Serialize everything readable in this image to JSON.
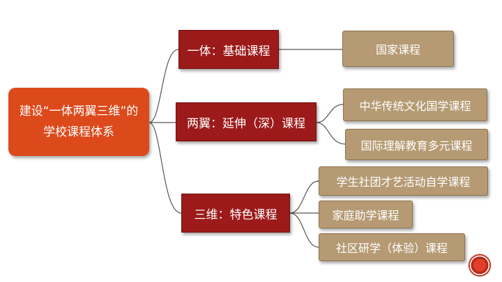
{
  "root": {
    "line1": "建设“一体两翼三维”的",
    "line2": "学校课程体系"
  },
  "branches": [
    {
      "label": "一体：基础课程",
      "children": [
        "国家课程"
      ]
    },
    {
      "label": "两翼：延伸（深）课程",
      "children": [
        "中华传统文化国学课程",
        "国际理解教育多元课程"
      ]
    },
    {
      "label": "三维：特色课程",
      "children": [
        "学生社团才艺活动自学课程",
        "家庭助学课程",
        "社区研学（体验）课程"
      ]
    }
  ],
  "colors": {
    "root_fill": "#dc4a1c",
    "branch_fill": "#9c1a1a",
    "leaf_fill": "#b59a73",
    "line": "#555555"
  },
  "decor": {
    "corner_seal": "red-seal-icon"
  }
}
